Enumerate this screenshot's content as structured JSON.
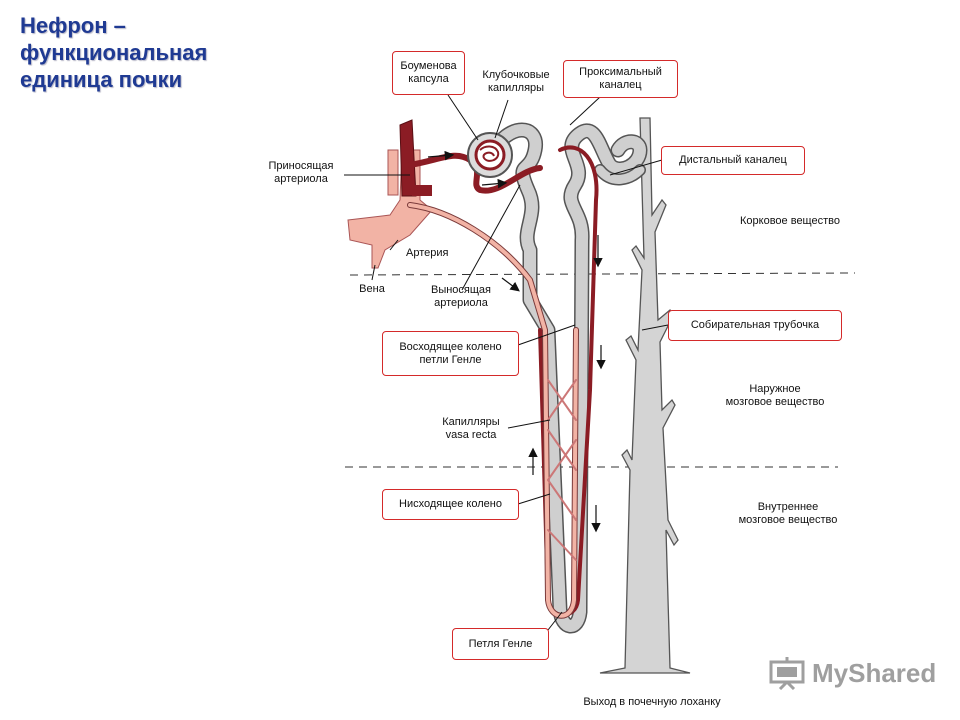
{
  "title": {
    "line1": "Нефрон –",
    "line2": "функциональная",
    "line3": "единица почки"
  },
  "boxed_labels": {
    "bowman_capsule": [
      "Боуменова",
      "капсула"
    ],
    "proximal_tubule": [
      "Проксимальный",
      "каналец"
    ],
    "distal_tubule": "Дистальный каналец",
    "collecting_duct": "Собирательная трубочка",
    "ascending_limb": [
      "Восходящее колено",
      "петли Генле"
    ],
    "descending_limb": "Нисходящее колено",
    "henle_loop": "Петля Генле"
  },
  "labels": {
    "glomerular_capillaries": [
      "Клубочковые",
      "капилляры"
    ],
    "afferent_arteriole": [
      "Приносящая",
      "артериола"
    ],
    "artery": "Артерия",
    "vein": "Вена",
    "efferent_arteriole": [
      "Выносящая",
      "артериола"
    ],
    "vasa_recta": [
      "Капилляры",
      "vasa recta"
    ],
    "cortex": "Корковое вещество",
    "outer_medulla": [
      "Наружное",
      "мозговое вещество"
    ],
    "inner_medulla": [
      "Внутреннее",
      "мозговое вещество"
    ],
    "outlet": "Выход в почечную лоханку"
  },
  "watermark": "MyShared",
  "colors": {
    "title": "#1f3a93",
    "box_border": "#d42a2a",
    "vessel_dark": "#8b1c24",
    "vessel_light": "#f2b3a5",
    "tubule": "#c8c8c8"
  }
}
